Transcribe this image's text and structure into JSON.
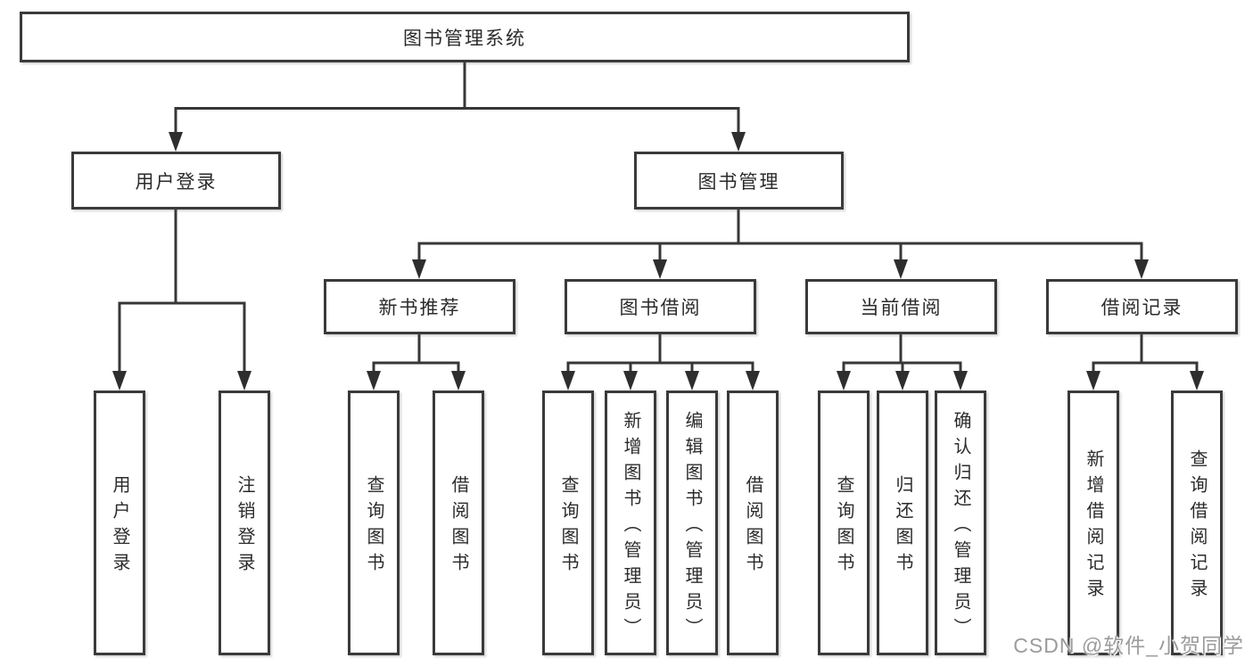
{
  "diagram_type": "hierarchy-tree",
  "colors": {
    "background": "#ffffff",
    "box_fill": "#ffffff",
    "box_border": "#3a3a3a",
    "line": "#373737",
    "arrow": "#2e2e2e",
    "text": "#2b2b2b",
    "watermark": "#9b9b9b"
  },
  "tree": {
    "label": "图书管理系统",
    "children": [
      {
        "label": "用户登录",
        "children": [
          {
            "label": "用户登录"
          },
          {
            "label": "注销登录"
          }
        ]
      },
      {
        "label": "图书管理",
        "children": [
          {
            "label": "新书推荐",
            "children": [
              {
                "label": "查询图书"
              },
              {
                "label": "借阅图书"
              }
            ]
          },
          {
            "label": "图书借阅",
            "children": [
              {
                "label": "查询图书"
              },
              {
                "label": "新增图书（管理员）"
              },
              {
                "label": "编辑图书（管理员）"
              },
              {
                "label": "借阅图书"
              }
            ]
          },
          {
            "label": "当前借阅",
            "children": [
              {
                "label": "查询图书"
              },
              {
                "label": "归还图书"
              },
              {
                "label": "确认归还（管理员）"
              }
            ]
          },
          {
            "label": "借阅记录",
            "children": [
              {
                "label": "新增借阅记录"
              },
              {
                "label": "查询借阅记录"
              }
            ]
          }
        ]
      }
    ]
  },
  "watermark": {
    "text": "CSDN @软件_小贺同学"
  }
}
